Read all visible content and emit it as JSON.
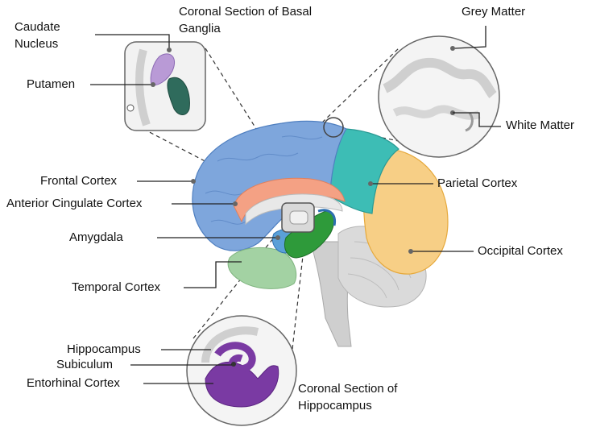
{
  "labels": {
    "caudate_nucleus_line1": "Caudate",
    "caudate_nucleus_line2": "Nucleus",
    "coronal_basal_line1": "Coronal Section of Basal",
    "coronal_basal_line2": "Ganglia",
    "putamen": "Putamen",
    "grey_matter": "Grey Matter",
    "white_matter": "White Matter",
    "frontal_cortex": "Frontal Cortex",
    "parietal_cortex": "Parietal Cortex",
    "anterior_cingulate_cortex": "Anterior Cingulate Cortex",
    "amygdala": "Amygdala",
    "occipital_cortex": "Occipital Cortex",
    "temporal_cortex": "Temporal Cortex",
    "hippocampus": "Hippocampus",
    "subiculum": "Subiculum",
    "entorhinal_cortex": "Entorhinal Cortex",
    "coronal_hippo_line1": "Coronal Section of",
    "coronal_hippo_line2": "Hippocampus"
  },
  "colors": {
    "frontal": "#7ea6dc",
    "parietal": "#39b8b2",
    "occipital": "#f7cf86",
    "temporal": "#9ccf9c",
    "cingulate": "#f4a184",
    "hippocampus": "#7a3aa3",
    "amygdala_green": "#2e9a3a",
    "putamen": "#2f6b5c",
    "caudate": "#b99ad6",
    "cerebellum": "#d8d8d8",
    "brainstem": "#cfcfcf"
  }
}
